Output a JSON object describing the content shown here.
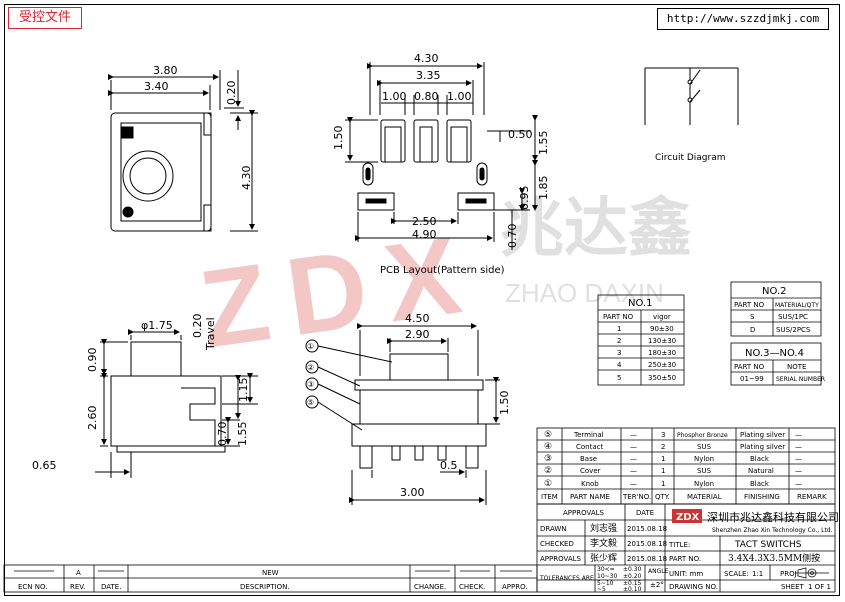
{
  "header": {
    "stamp": "受控文件",
    "url": "http://www.szzdjmkj.com"
  },
  "watermark": {
    "logo": "ZDX",
    "cn": "兆达鑫",
    "en": "ZHAO DAXIN"
  },
  "top_view": {
    "dim_width_outer": "3.80",
    "dim_width_inner": "3.40",
    "dim_height": "4.30",
    "dim_top": "0.20"
  },
  "pcb": {
    "dim_total": "4.30",
    "dim_span": "3.35",
    "dim_pad1": "1.00",
    "dim_pad2": "0.80",
    "dim_pad3": "1.00",
    "dim_pad_h": "1.50",
    "dim_right_w": "0.50",
    "dim_right_h": "1.55",
    "dim_right_h2": "1.85",
    "dim_small": "0.95",
    "dim_inner": "2.50",
    "dim_outer": "4.90",
    "dim_bottom": "0.70",
    "caption": "PCB Layout(Pattern side)"
  },
  "circuit": {
    "caption": "Circuit Diagram"
  },
  "side_view": {
    "dim_top": "0.90",
    "dim_dia": "φ1.75",
    "dim_travel": "0.20",
    "travel_label": "Travel",
    "dim_h": "2.60",
    "dim_r1": "1.15",
    "dim_r2": "1.55",
    "dim_r3": "0.70",
    "dim_foot": "0.65"
  },
  "front_view": {
    "dim_top": "4.50",
    "dim_mid": "2.90",
    "dim_right": "1.50",
    "dim_foot": "0.5",
    "dim_bottom": "3.00",
    "callouts": [
      "①",
      "②",
      "③",
      "⑤"
    ]
  },
  "table_no1": {
    "title": "NO.1",
    "headers": [
      "PART NO",
      "vigor"
    ],
    "rows": [
      [
        "1",
        "90±30"
      ],
      [
        "2",
        "130±30"
      ],
      [
        "3",
        "180±30"
      ],
      [
        "4",
        "250±30"
      ],
      [
        "5",
        "350±50"
      ]
    ]
  },
  "table_no2": {
    "title": "NO.2",
    "headers": [
      "PART NO",
      "MATERIAL/QTY"
    ],
    "rows": [
      [
        "S",
        "SUS/1PC"
      ],
      [
        "D",
        "SUS/2PCS"
      ]
    ]
  },
  "table_no3": {
    "title": "NO.3—NO.4",
    "headers": [
      "PART NO",
      "NOTE"
    ],
    "rows": [
      [
        "01~99",
        "SERIAL NUMBER"
      ]
    ]
  },
  "bom": {
    "rows": [
      [
        "⑤",
        "Terminal",
        "—",
        "3",
        "Phosphor Bronze",
        "Plating silver",
        "—"
      ],
      [
        "④",
        "Contact",
        "—",
        "2",
        "SUS",
        "Plating silver",
        "—"
      ],
      [
        "③",
        "Base",
        "—",
        "1",
        "Nylon",
        "Black",
        "—"
      ],
      [
        "②",
        "Cover",
        "—",
        "1",
        "SUS",
        "Natural",
        "—"
      ],
      [
        "①",
        "Knob",
        "—",
        "1",
        "Nylon",
        "Black",
        "—"
      ]
    ],
    "headers": [
      "ITEM",
      "PART NAME",
      "TER'NO.",
      "QTY.",
      "MATERIAL",
      "FINISHING",
      "REMARK"
    ]
  },
  "title_block": {
    "approvals": "APPROVALS",
    "date": "DATE",
    "drawn_label": "DRAWN",
    "drawn_name": "刘志强",
    "drawn_date": "2015.08.18",
    "checked_label": "CHECKED",
    "checked_name": "李文毅",
    "checked_date": "2015.08.18",
    "approvals_label": "APPROVALS",
    "approvals_name": "张少辉",
    "approvals_date": "2015.08.18",
    "company_cn": "深圳市兆达鑫科技有限公司",
    "company_en": "Shenzhen Zhao Xin Technology Co., Ltd.",
    "logo": "ZDX",
    "title_label": "TITLE:",
    "title_value": "TACT SWITCHS",
    "part_label": "PART NO.",
    "part_value": "3.4X4.3X3.5MM侧按",
    "unit_label": "UNIT: mm",
    "scale_label": "SCALE:",
    "scale_value": "1:1",
    "proj_label": "PROJ.",
    "tol_label": "TOLERANCES ARE",
    "angle_label": "ANGLE",
    "angle_value": "±2°",
    "tol_rows": [
      [
        "30<=",
        "±0.30"
      ],
      [
        "10~30",
        "±0.20"
      ],
      [
        "5~10",
        "±0.15"
      ],
      [
        "~5",
        "±0.10"
      ]
    ],
    "drawing_no_label": "DRAWING NO.",
    "sheet_label": "SHEET",
    "sheet_value": "1 OF 1"
  },
  "revision": {
    "rev_letter": "A",
    "new_label": "NEW",
    "ecn": "ECN NO.",
    "rev": "REV.",
    "date": "DATE.",
    "description": "DESCRIPTION.",
    "change": "CHANGE.",
    "check": "CHECK.",
    "appro": "APPRO."
  }
}
